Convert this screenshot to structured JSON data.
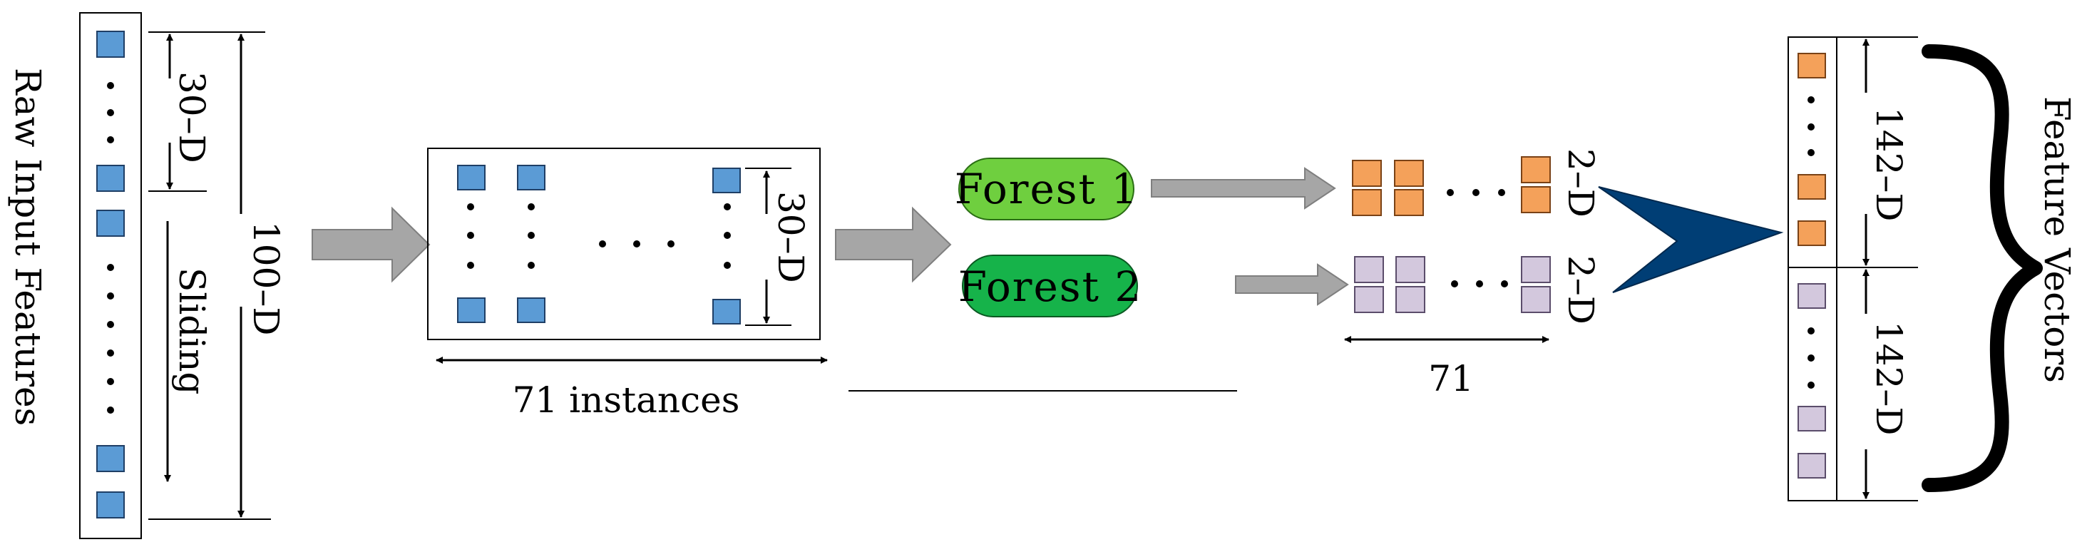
{
  "diagram": {
    "raw_input_label": "Raw Input Features",
    "dim_30_left": "30–D",
    "dim_100": "100–D",
    "sliding_label": "Sliding",
    "dim_30_mid": "30–D",
    "instances_label": "71 instances",
    "forest1_label": "Forest 1",
    "forest2_label": "Forest 2",
    "dim_2_top": "2–D",
    "dim_2_bottom": "2–D",
    "count_71": "71",
    "dim_142_top": "142–D",
    "dim_142_bottom": "142–D",
    "feature_vectors_label": "Feature Vectors"
  },
  "colors": {
    "blue_square": "#5b9bd5",
    "orange_square": "#f4a15a",
    "lilac_square": "#d3c8dd",
    "forest1_fill": "#6fcf3f",
    "forest2_fill": "#16b34a",
    "grey_arrow": "#a6a6a6",
    "big_arrow": "#003e75"
  }
}
